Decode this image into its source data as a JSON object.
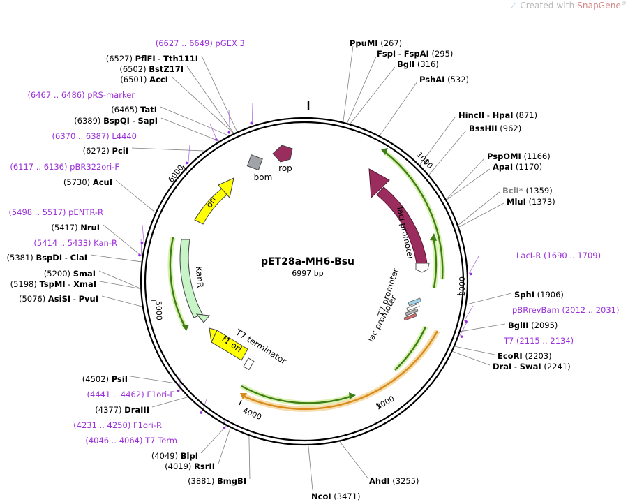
{
  "brand": {
    "prefix": "Created with ",
    "product": "SnapGene",
    "mark": "®"
  },
  "plasmid": {
    "name": "pET28a-MH6-Bsu",
    "length_text": "6997 bp",
    "length": 6997
  },
  "colors": {
    "site": "#000000",
    "primer": "#9b30d9",
    "lacI": "#9b2d5e",
    "ori": "#ffff00",
    "kanR": "#c8f5c8",
    "rop": "#9b2d5e",
    "bom": "#a0a4a8",
    "orf_green": "#5a9a1f",
    "orf_orange": "#e8a838"
  },
  "ticks": [
    "1000",
    "2000",
    "3000",
    "4000",
    "5000",
    "6000"
  ],
  "features": {
    "lacI": "lacI",
    "lacI_promoter": "lacI promoter",
    "T7_promoter": "T7 promoter",
    "lac_promoter": "lac promoter",
    "ori": "ori",
    "KanR": "KanR",
    "f1_ori": "f1 ori",
    "T7_terminator": "T7 terminator",
    "bom": "bom",
    "rop": "rop"
  },
  "sites": [
    {
      "name": "PpuMI",
      "pos": "(267)"
    },
    {
      "name": "FspI",
      "sep": " - ",
      "name2": "FspAI",
      "pos": "(295)"
    },
    {
      "name": "BglI",
      "pos": "(316)"
    },
    {
      "name": "PshAI",
      "pos": "(532)"
    },
    {
      "name": "HincII",
      "sep": " - ",
      "name2": "HpaI",
      "pos": "(871)"
    },
    {
      "name": "BssHII",
      "pos": "(962)"
    },
    {
      "name": "PspOMI",
      "pos": "(1166)"
    },
    {
      "name": "ApaI",
      "pos": "(1170)"
    },
    {
      "name": "BclI*",
      "pos": "(1359)"
    },
    {
      "name": "MluI",
      "pos": "(1373)"
    },
    {
      "name": "SphI",
      "pos": "(1906)"
    },
    {
      "name": "BglII",
      "pos": "(2095)"
    },
    {
      "name": "EcoRI",
      "pos": "(2203)"
    },
    {
      "name": "DraI",
      "sep": " - ",
      "name2": "SwaI",
      "pos": "(2241)"
    },
    {
      "name": "AhdI",
      "pos": "(3255)"
    },
    {
      "name": "NcoI",
      "pos": "(3471)"
    },
    {
      "name": "BmgBI",
      "pos": "(3881)"
    },
    {
      "name": "RsrII",
      "pos": "(4019)"
    },
    {
      "name": "BlpI",
      "pos": "(4049)"
    },
    {
      "name": "DraIII",
      "pos": "(4377)"
    },
    {
      "name": "PsiI",
      "pos": "(4502)"
    },
    {
      "name": "AsiSI",
      "sep": " - ",
      "name2": "PvuI",
      "pos": "(5076)"
    },
    {
      "name": "TspMI",
      "sep": " - ",
      "name2": "XmaI",
      "pos": "(5198)"
    },
    {
      "name": "SmaI",
      "pos": "(5200)"
    },
    {
      "name": "BspDI",
      "sep": " - ",
      "name2": "ClaI",
      "pos": "(5381)"
    },
    {
      "name": "NruI",
      "pos": "(5417)"
    },
    {
      "name": "AcuI",
      "pos": "(5730)"
    },
    {
      "name": "PciI",
      "pos": "(6272)"
    },
    {
      "name": "BspQI",
      "sep": " - ",
      "name2": "SapI",
      "pos": "(6389)"
    },
    {
      "name": "TatI",
      "pos": "(6465)"
    },
    {
      "name": "AccI",
      "pos": "(6501)"
    },
    {
      "name": "BstZ17I",
      "pos": "(6502)"
    },
    {
      "name": "PflFI",
      "sep": " - ",
      "name2": "Tth111I",
      "pos": "(6527)"
    }
  ],
  "primers": [
    {
      "name": "LacI-R",
      "range": "(1690 .. 1709)"
    },
    {
      "name": "pBRrevBam",
      "range": "(2012 .. 2031)"
    },
    {
      "name": "T7",
      "range": "(2115 .. 2134)"
    },
    {
      "name": "T7 Term",
      "range": "(4046 .. 4064)"
    },
    {
      "name": "F1ori-R",
      "range": "(4231 .. 4250)"
    },
    {
      "name": "F1ori-F",
      "range": "(4441 .. 4462)"
    },
    {
      "name": "Kan-R",
      "range": "(5414 .. 5433)"
    },
    {
      "name": "pENTR-R",
      "range": "(5498 .. 5517)"
    },
    {
      "name": "pBR322ori-F",
      "range": "(6117 .. 6136)"
    },
    {
      "name": "L4440",
      "range": "(6370 .. 6387)"
    },
    {
      "name": "pRS-marker",
      "range": "(6467 .. 6486)"
    },
    {
      "name": "pGEX 3'",
      "range": "(6627 .. 6649)"
    }
  ]
}
